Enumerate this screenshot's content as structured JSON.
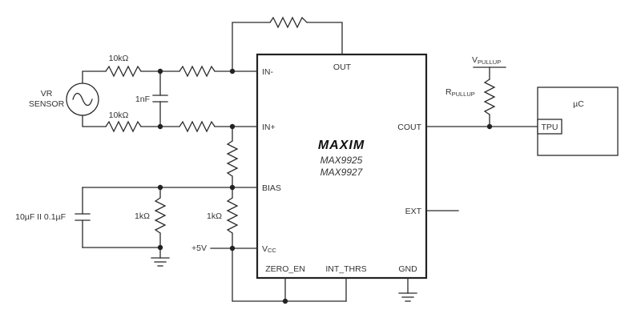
{
  "diagram": {
    "chip": {
      "logo": "MAXIM",
      "part_numbers": [
        "MAX9925",
        "MAX9927"
      ],
      "pins": {
        "in_minus": "IN-",
        "in_plus": "IN+",
        "bias": "BIAS",
        "vcc_main": "V",
        "vcc_sub": "CC",
        "out": "OUT",
        "cout": "COUT",
        "ext": "EXT",
        "zero_en": "ZERO_EN",
        "int_thrs": "INT_THRS",
        "gnd": "GND"
      }
    },
    "sensor": {
      "line1": "VR",
      "line2": "SENSOR"
    },
    "components": {
      "r_top": "10kΩ",
      "r_bottom": "10kΩ",
      "cap_input": "1nF",
      "cap_bias": "10µF II 0.1µF",
      "r_bias_gnd": "1kΩ",
      "r_bias_vcc": "1kΩ",
      "supply": "+5V",
      "pullup_r_main": "R",
      "pullup_r_sub": "PULLUP",
      "pullup_v_main": "V",
      "pullup_v_sub": "PULLUP"
    },
    "microcontroller": {
      "label": "µC",
      "pin": "TPU"
    }
  }
}
